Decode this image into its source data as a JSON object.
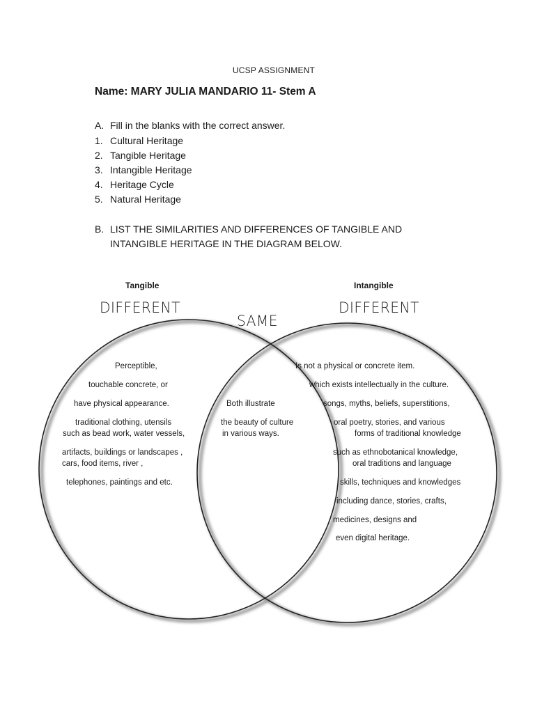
{
  "document": {
    "heading": "UCSP ASSIGNMENT",
    "name_line": "Name: MARY JULIA MANDARIO 11- Stem A",
    "section_a": {
      "marker": "A.",
      "instruction": "Fill in the blanks with the correct answer.",
      "answers": [
        {
          "number": "1.",
          "text": "Cultural Heritage"
        },
        {
          "number": "2.",
          "text": "Tangible Heritage"
        },
        {
          "number": "3.",
          "text": "Intangible Heritage"
        },
        {
          "number": "4.",
          "text": "Heritage Cycle"
        },
        {
          "number": "5.",
          "text": "Natural Heritage"
        }
      ]
    },
    "section_b": {
      "marker": "B.",
      "instruction": "LIST THE SIMILARITIES AND DIFFERENCES OF TANGIBLE AND INTANGIBLE HERITAGE IN THE DIAGRAM BELOW."
    }
  },
  "diagram": {
    "left_label": "Tangible",
    "right_label": "Intangible",
    "left_title": "DIFFERENT",
    "center_title": "SAME",
    "right_title": "DIFFERENT",
    "left_lines": [
      "Perceptible,",
      "touchable concrete, or",
      "have physical appearance.",
      "traditional clothing, utensils",
      "such as bead work, water vessels,",
      "artifacts, buildings or landscapes ,",
      "cars, food items, river ,",
      "telephones, paintings and etc."
    ],
    "center_lines": [
      "Both illustrate",
      "the beauty of culture",
      "in various ways."
    ],
    "right_lines": [
      "Is not a physical or concrete item.",
      "which exists intellectually in the culture.",
      "songs, myths, beliefs, superstitions,",
      "oral poetry, stories, and various",
      "forms of traditional knowledge",
      "such as ethnobotanical knowledge,",
      "oral traditions and language",
      "skills, techniques and knowledges",
      "including dance, stories, crafts,",
      "medicines, designs and",
      "even digital heritage."
    ]
  }
}
